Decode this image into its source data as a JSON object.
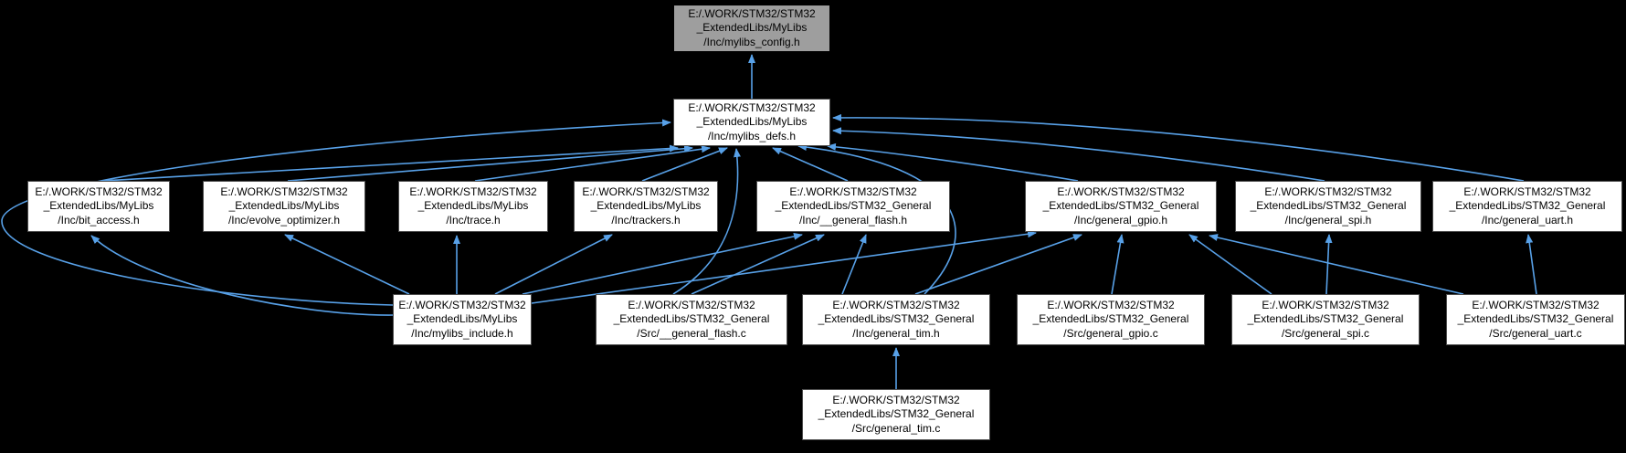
{
  "graph": {
    "kind": "include-dependency-graph",
    "colors": {
      "background": "#000000",
      "edge": "#58A1E8",
      "node_fill": "#FFFFFF",
      "node_border": "#4d4d4d",
      "highlight_node_fill": "#9E9E9E",
      "text": "#000000"
    },
    "nodes": {
      "mylibs_config_h": {
        "lines": [
          "E:/.WORK/STM32/STM32",
          "_ExtendedLibs/MyLibs",
          "/Inc/mylibs_config.h"
        ],
        "highlighted": true
      },
      "mylibs_defs_h": {
        "lines": [
          "E:/.WORK/STM32/STM32",
          "_ExtendedLibs/MyLibs",
          "/Inc/mylibs_defs.h"
        ],
        "highlighted": false
      },
      "bit_access_h": {
        "lines": [
          "E:/.WORK/STM32/STM32",
          "_ExtendedLibs/MyLibs",
          "/Inc/bit_access.h"
        ],
        "highlighted": false
      },
      "evolve_optimizer_h": {
        "lines": [
          "E:/.WORK/STM32/STM32",
          "_ExtendedLibs/MyLibs",
          "/Inc/evolve_optimizer.h"
        ],
        "highlighted": false
      },
      "trace_h": {
        "lines": [
          "E:/.WORK/STM32/STM32",
          "_ExtendedLibs/MyLibs",
          "/Inc/trace.h"
        ],
        "highlighted": false
      },
      "trackers_h": {
        "lines": [
          "E:/.WORK/STM32/STM32",
          "_ExtendedLibs/MyLibs",
          "/Inc/trackers.h"
        ],
        "highlighted": false
      },
      "general_flash_h": {
        "lines": [
          "E:/.WORK/STM32/STM32",
          "_ExtendedLibs/STM32_General",
          "/Inc/__general_flash.h"
        ],
        "highlighted": false
      },
      "general_gpio_h": {
        "lines": [
          "E:/.WORK/STM32/STM32",
          "_ExtendedLibs/STM32_General",
          "/Inc/general_gpio.h"
        ],
        "highlighted": false
      },
      "general_spi_h": {
        "lines": [
          "E:/.WORK/STM32/STM32",
          "_ExtendedLibs/STM32_General",
          "/Inc/general_spi.h"
        ],
        "highlighted": false
      },
      "general_uart_h": {
        "lines": [
          "E:/.WORK/STM32/STM32",
          "_ExtendedLibs/STM32_General",
          "/Inc/general_uart.h"
        ],
        "highlighted": false
      },
      "mylibs_include_h": {
        "lines": [
          "E:/.WORK/STM32/STM32",
          "_ExtendedLibs/MyLibs",
          "/Inc/mylibs_include.h"
        ],
        "highlighted": false
      },
      "general_flash_c": {
        "lines": [
          "E:/.WORK/STM32/STM32",
          "_ExtendedLibs/STM32_General",
          "/Src/__general_flash.c"
        ],
        "highlighted": false
      },
      "general_tim_h": {
        "lines": [
          "E:/.WORK/STM32/STM32",
          "_ExtendedLibs/STM32_General",
          "/Inc/general_tim.h"
        ],
        "highlighted": false
      },
      "general_gpio_c": {
        "lines": [
          "E:/.WORK/STM32/STM32",
          "_ExtendedLibs/STM32_General",
          "/Src/general_gpio.c"
        ],
        "highlighted": false
      },
      "general_spi_c": {
        "lines": [
          "E:/.WORK/STM32/STM32",
          "_ExtendedLibs/STM32_General",
          "/Src/general_spi.c"
        ],
        "highlighted": false
      },
      "general_uart_c": {
        "lines": [
          "E:/.WORK/STM32/STM32",
          "_ExtendedLibs/STM32_General",
          "/Src/general_uart.c"
        ],
        "highlighted": false
      },
      "general_tim_c": {
        "lines": [
          "E:/.WORK/STM32/STM32",
          "_ExtendedLibs/STM32_General",
          "/Src/general_tim.c"
        ],
        "highlighted": false
      }
    },
    "edges": [
      {
        "from": "mylibs_defs.h",
        "to": "mylibs_config.h"
      },
      {
        "from": "bit_access.h",
        "to": "mylibs_defs.h"
      },
      {
        "from": "evolve_optimizer.h",
        "to": "mylibs_defs.h"
      },
      {
        "from": "trace.h",
        "to": "mylibs_defs.h"
      },
      {
        "from": "trackers.h",
        "to": "mylibs_defs.h"
      },
      {
        "from": "__general_flash.h",
        "to": "mylibs_defs.h"
      },
      {
        "from": "general_gpio.h",
        "to": "mylibs_defs.h"
      },
      {
        "from": "general_spi.h",
        "to": "mylibs_defs.h"
      },
      {
        "from": "general_uart.h",
        "to": "mylibs_defs.h"
      },
      {
        "from": "mylibs_include.h",
        "to": "mylibs_defs.h"
      },
      {
        "from": "mylibs_include.h",
        "to": "bit_access.h"
      },
      {
        "from": "mylibs_include.h",
        "to": "evolve_optimizer.h"
      },
      {
        "from": "mylibs_include.h",
        "to": "trace.h"
      },
      {
        "from": "mylibs_include.h",
        "to": "trackers.h"
      },
      {
        "from": "mylibs_include.h",
        "to": "__general_flash.h"
      },
      {
        "from": "mylibs_include.h",
        "to": "general_gpio.h"
      },
      {
        "from": "__general_flash.c",
        "to": "__general_flash.h"
      },
      {
        "from": "__general_flash.c",
        "to": "mylibs_defs.h"
      },
      {
        "from": "general_tim.h",
        "to": "general_gpio.h"
      },
      {
        "from": "general_tim.h",
        "to": "mylibs_defs.h"
      },
      {
        "from": "general_tim.h",
        "to": "__general_flash.h"
      },
      {
        "from": "general_gpio.c",
        "to": "general_gpio.h"
      },
      {
        "from": "general_spi.c",
        "to": "general_spi.h"
      },
      {
        "from": "general_spi.c",
        "to": "general_gpio.h"
      },
      {
        "from": "general_uart.c",
        "to": "general_uart.h"
      },
      {
        "from": "general_uart.c",
        "to": "general_gpio.h"
      },
      {
        "from": "general_tim.c",
        "to": "general_tim.h"
      }
    ]
  }
}
